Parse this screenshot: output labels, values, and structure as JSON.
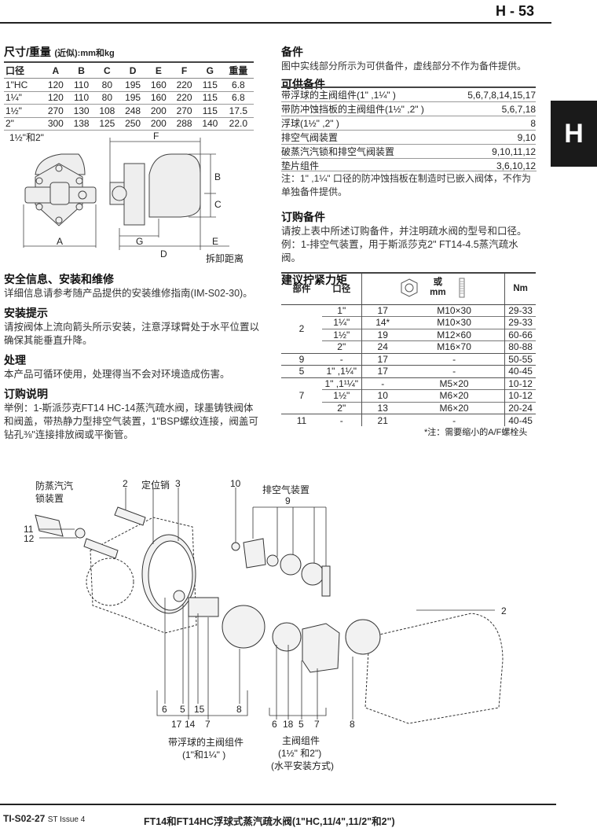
{
  "header": {
    "page": "H - 53",
    "tab": "H"
  },
  "dimensions": {
    "title": "尺寸/重量",
    "subtitle": "(近似):mm和kg",
    "columns": [
      "口径",
      "A",
      "B",
      "C",
      "D",
      "E",
      "F",
      "G",
      "重量"
    ],
    "rows": [
      [
        "1\"HC",
        "120",
        "110",
        "80",
        "195",
        "160",
        "220",
        "115",
        "6.8"
      ],
      [
        "1¼\"",
        "120",
        "110",
        "80",
        "195",
        "160",
        "220",
        "115",
        "6.8"
      ],
      [
        "1½\"",
        "270",
        "130",
        "108",
        "248",
        "200",
        "270",
        "115",
        "17.5"
      ],
      [
        "2\"",
        "300",
        "138",
        "125",
        "250",
        "200",
        "288",
        "140",
        "22.0"
      ]
    ]
  },
  "drawing": {
    "size_label": "1½\"和2\"",
    "labels": [
      "A",
      "B",
      "C",
      "D",
      "E",
      "F",
      "G"
    ],
    "removal": "拆卸距离"
  },
  "safety": {
    "title": "安全信息、安装和维修",
    "text": "详细信息请参考随产品提供的安装维修指南(IM-S02-30)。"
  },
  "install": {
    "title": "安装提示",
    "text": "请按阀体上流向箭头所示安装，注意浮球臂处于水平位置以确保其能垂直升降。"
  },
  "disposal": {
    "title": "处理",
    "text": "本产品可循环使用，处理得当不会对环境造成伤害。"
  },
  "ordering": {
    "title": "订购说明",
    "text": "举例：1-斯派莎克FT14 HC-14蒸汽疏水阀，球墨铸铁阀体和阀盖，带热静力型排空气装置，1\"BSP螺纹连接，阀盖可钻孔⅜\"连接排放阀或平衡管。"
  },
  "spares": {
    "title": "备件",
    "text": "图中实线部分所示为可供备件，虚线部分不作为备件提供。"
  },
  "available_spares": {
    "title": "可供备件",
    "rows": [
      [
        "带浮球的主阀组件(1\" ,1¼\" )",
        "5,6,7,8,14,15,17"
      ],
      [
        "带防冲蚀挡板的主阀组件(1½\" ,2\" )",
        "5,6,7,18"
      ],
      [
        "浮球(1½\" ,2\" )",
        "8"
      ],
      [
        "排空气阀装置",
        "9,10"
      ],
      [
        "破蒸汽汽锁和排空气阀装置",
        "9,10,11,12"
      ],
      [
        "垫片组件",
        "3,6,10,12"
      ]
    ],
    "note": "注：1\" ,1¼\" 口径的防冲蚀挡板在制造时已嵌入阀体，不作为单独备件提供。"
  },
  "order_spares": {
    "title": "订购备件",
    "text1": "请按上表中所述订购备件，并注明疏水阀的型号和口径。",
    "text2": "例：1-排空气装置，用于斯派莎克2\" FT14-4.5蒸汽疏水阀。"
  },
  "torque": {
    "title": "建议拧紧力矩",
    "headers": {
      "part": "部件",
      "size": "口径",
      "or": "或",
      "mm": "mm",
      "nm": "Nm"
    },
    "rows": [
      [
        "2",
        "1\"",
        "17",
        "M10×30",
        "29-33"
      ],
      [
        "",
        "1¼\"",
        "14*",
        "M10×30",
        "29-33"
      ],
      [
        "",
        "1½\"",
        "19",
        "M12×60",
        "60-66"
      ],
      [
        "",
        "2\"",
        "24",
        "M16×70",
        "80-88"
      ],
      [
        "9",
        "-",
        "17",
        "-",
        "50-55"
      ],
      [
        "5",
        "1\" ,1¼\"",
        "17",
        "-",
        "40-45"
      ],
      [
        "7",
        "1\" ,1¹¼\"",
        "-",
        "M5×20",
        "10-12"
      ],
      [
        "",
        "1½\"",
        "10",
        "M6×20",
        "10-12"
      ],
      [
        "",
        "2\"",
        "13",
        "M6×20",
        "20-24"
      ],
      [
        "11",
        "-",
        "21",
        "-",
        "40-45"
      ]
    ],
    "note": "*注：需要缩小的A/F螺栓头"
  },
  "exploded": {
    "anti_lock_1": "防蒸汽汽",
    "anti_lock_2": "锁装置",
    "pin": "定位销",
    "air_vent": "排空气装置",
    "nums": {
      "n2": "2",
      "n3": "3",
      "n10": "10",
      "n9": "9",
      "n11": "11",
      "n12": "12",
      "a6": "6",
      "a5": "5",
      "a15": "15",
      "a8": "8",
      "a17": "17",
      "a14": "14",
      "a7": "7",
      "b6": "6",
      "b18": "18",
      "b5": "5",
      "b7": "7",
      "b8": "8",
      "r2": "2"
    },
    "group1_1": "带浮球的主阀组件",
    "group1_2": "(1\"和1¼\" )",
    "group2_1": "主阀组件",
    "group2_2": "(1½\" 和2\")",
    "group2_3": "(水平安装方式)"
  },
  "footer": {
    "code": "TI-S02-27",
    "issue": "ST Issue 4",
    "title": "FT14和FT14HC浮球式蒸汽疏水阀(1\"HC,11/4\",11/2\"和2\")"
  }
}
